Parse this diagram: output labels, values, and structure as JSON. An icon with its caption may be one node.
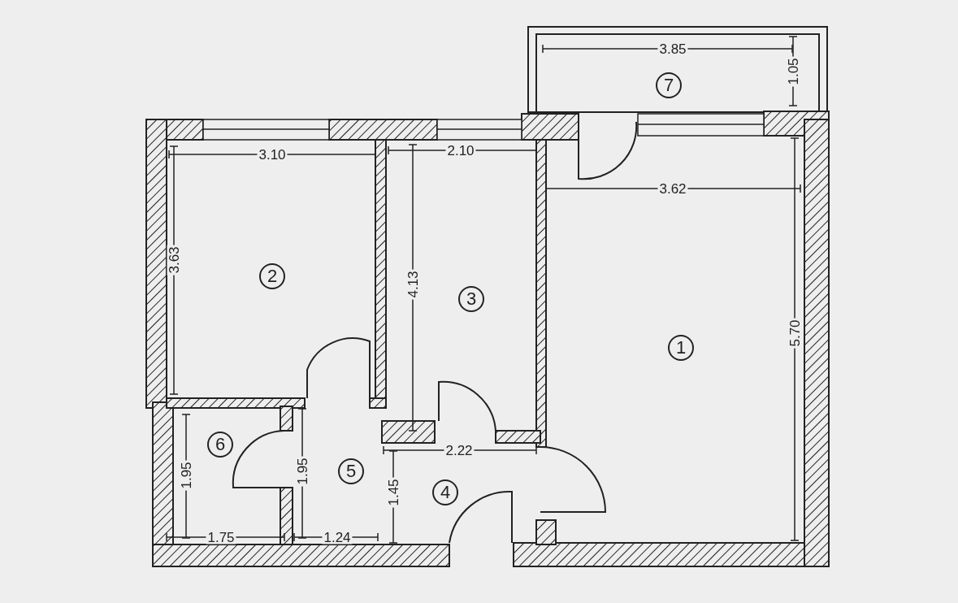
{
  "diagram": {
    "nodes": [
      {
        "text": [
          "7"
        ]
      },
      {
        "text": [
          "2"
        ]
      },
      {
        "text": [
          "3"
        ]
      },
      {
        "text": [
          "1"
        ]
      },
      {
        "text": [
          "6"
        ]
      },
      {
        "text": [
          "5"
        ]
      },
      {
        "text": [
          "4"
        ]
      }
    ],
    "labels": [
      "3.85",
      "1.05",
      "3.10",
      "2.10",
      "3.62",
      "3.63",
      "4.13",
      "5.70",
      "2.22",
      "1.95",
      "1.95",
      "1.45",
      "1.75",
      "1.24"
    ]
  }
}
